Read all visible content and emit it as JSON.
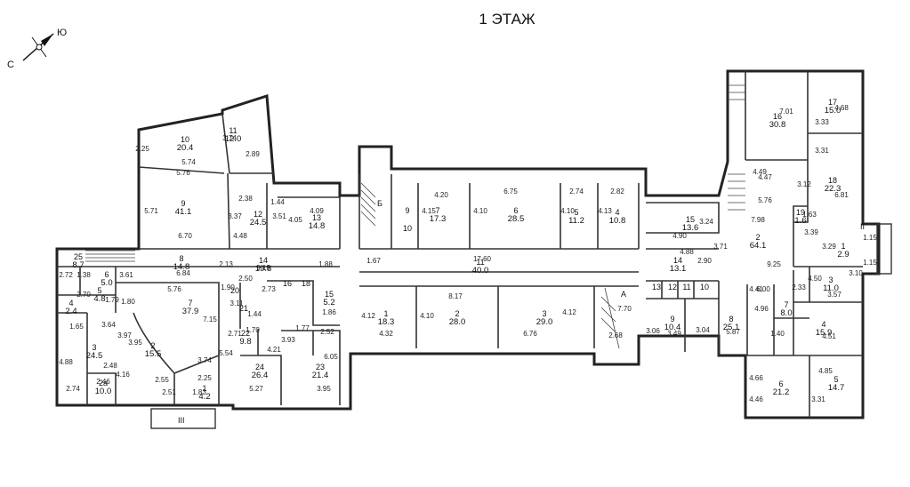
{
  "title": "1 ЭТАЖ",
  "compass": {
    "north": "С",
    "south": "Ю"
  },
  "markers": {
    "A": "А",
    "B": "Б",
    "II": "II",
    "III": "III"
  },
  "rooms": [
    {
      "n": "10",
      "a": "20.4"
    },
    {
      "n": "11",
      "a": "12.0"
    },
    {
      "n": "9",
      "a": "41.1"
    },
    {
      "n": "12",
      "a": "24.5"
    },
    {
      "n": "13",
      "a": "14.8"
    },
    {
      "n": "25",
      "a": "8.7"
    },
    {
      "n": "8",
      "a": "14.8"
    },
    {
      "n": "14",
      "a": "19.8"
    },
    {
      "n": "6",
      "a": "5.0"
    },
    {
      "n": "5",
      "a": "4.8"
    },
    {
      "n": "4",
      "a": "2.4"
    },
    {
      "n": "7",
      "a": "37.9"
    },
    {
      "n": "3",
      "a": "24.5"
    },
    {
      "n": "2",
      "a": "15.5"
    },
    {
      "n": "2a",
      "a": "10.0"
    },
    {
      "n": "1",
      "a": "4.2"
    },
    {
      "n": "20",
      "a": ""
    },
    {
      "n": "21",
      "a": ""
    },
    {
      "n": "22",
      "a": "9.8"
    },
    {
      "n": "24",
      "a": "26.4"
    },
    {
      "n": "23",
      "a": "21.4"
    },
    {
      "n": "15",
      "a": "5.2"
    },
    {
      "n": "16",
      "a": ""
    },
    {
      "n": "18",
      "a": ""
    },
    {
      "n": "7",
      "a": "17.3"
    },
    {
      "n": "6",
      "a": "28.5"
    },
    {
      "n": "5",
      "a": "11.2"
    },
    {
      "n": "4",
      "a": "10.8"
    },
    {
      "n": "9",
      "a": ""
    },
    {
      "n": "10",
      "a": ""
    },
    {
      "n": "11",
      "a": "40.0"
    },
    {
      "n": "1",
      "a": "18.3"
    },
    {
      "n": "2",
      "a": "28.0"
    },
    {
      "n": "3",
      "a": "29.0"
    },
    {
      "n": "15",
      "a": "13.6"
    },
    {
      "n": "14",
      "a": "13.1"
    },
    {
      "n": "13",
      "a": ""
    },
    {
      "n": "12",
      "a": ""
    },
    {
      "n": "11",
      "a": ""
    },
    {
      "n": "10",
      "a": ""
    },
    {
      "n": "9",
      "a": "10.4"
    },
    {
      "n": "8",
      "a": "25.1"
    },
    {
      "n": "16",
      "a": "30.8"
    },
    {
      "n": "17",
      "a": "15.0"
    },
    {
      "n": "18",
      "a": "22.3"
    },
    {
      "n": "19",
      "a": "1.6"
    },
    {
      "n": "2",
      "a": "64.1"
    },
    {
      "n": "1",
      "a": "2.9"
    },
    {
      "n": "3",
      "a": "11.0"
    },
    {
      "n": "7",
      "a": "8.0"
    },
    {
      "n": "4",
      "a": "15.9"
    },
    {
      "n": "6",
      "a": "21.2"
    },
    {
      "n": "5",
      "a": "14.7"
    }
  ],
  "dims": [
    "2.25",
    "5.74",
    "3.74",
    "2.89",
    "5.76",
    "5.71",
    "6.70",
    "2.38",
    "3.37",
    "4.48",
    "1.44",
    "3.51",
    "4.09",
    "4.05",
    "2.72",
    "2.70",
    "1.38",
    "3.61",
    "6.84",
    "2.13",
    "9.19",
    "1.88",
    "5.76",
    "1.79",
    "1.80",
    "3.64",
    "1.65",
    "3.97",
    "3.95",
    "4.88",
    "2.48",
    "2.74",
    "4.16",
    "2.46",
    "2.55",
    "2.51",
    "2.25",
    "1.83",
    "3.74",
    "7.15",
    "1.90",
    "2.50",
    "3.11",
    "2.73",
    "1.44",
    "2.71",
    "1.70",
    "3.93",
    "1.77",
    "2.52",
    "1.86",
    "5.54",
    "4.21",
    "5.27",
    "6.05",
    "3.95",
    "4.20",
    "6.75",
    "2.74",
    "2.82",
    "4.15",
    "4.10",
    "4.10",
    "4.13",
    "17.60",
    "1.67",
    "8.17",
    "4.12",
    "4.10",
    "4.12",
    "4.32",
    "6.76",
    "7.70",
    "2.68",
    "4.90",
    "3.24",
    "4.88",
    "2.90",
    "3.71",
    "3.06",
    "3.49",
    "3.04",
    "5.87",
    "4.96",
    "4.41",
    "6.00",
    "1.40",
    "7.01",
    "4.47",
    "4.68",
    "3.31",
    "3.33",
    "4.49",
    "3.12",
    "6.81",
    "5.76",
    "7.98",
    "1.63",
    "3.39",
    "3.29",
    "9.25",
    "1.15",
    "1.15",
    "2.33",
    "4.50",
    "3.10",
    "3.57",
    "4.51",
    "4.66",
    "4.46",
    "4.85",
    "3.31"
  ]
}
